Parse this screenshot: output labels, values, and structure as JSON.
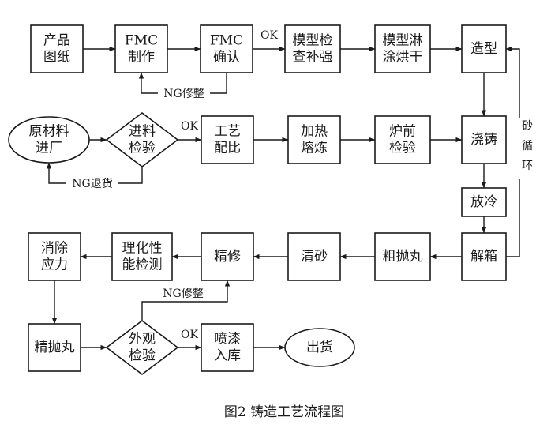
{
  "diagram": {
    "nodes": {
      "product_drawing": [
        "产品",
        "图纸"
      ],
      "fmc_make": [
        "FMC",
        "制作"
      ],
      "fmc_confirm": [
        "FMC",
        "确认"
      ],
      "mold_check": [
        "模型检",
        "查补强"
      ],
      "mold_coat": [
        "模型淋",
        "涂烘干"
      ],
      "molding": [
        "造型"
      ],
      "raw_material": [
        "原材料",
        "进厂"
      ],
      "incoming_check": [
        "进料",
        "检验"
      ],
      "process_ratio": [
        "工艺",
        "配比"
      ],
      "heat_melt": [
        "加热",
        "熔炼"
      ],
      "pre_furnace_check": [
        "炉前",
        "检验"
      ],
      "pouring": [
        "浇铸"
      ],
      "cooling": [
        "放冷"
      ],
      "shakeout": [
        "解箱"
      ],
      "rough_shot": [
        "粗抛丸"
      ],
      "sand_clean": [
        "清砂"
      ],
      "finishing": [
        "精修"
      ],
      "phys_chem_test": [
        "理化性",
        "能检测"
      ],
      "stress_relief": [
        "消除",
        "应力"
      ],
      "fine_shot": [
        "精抛丸"
      ],
      "visual_check": [
        "外观",
        "检验"
      ],
      "paint_store": [
        "喷漆",
        "入库"
      ],
      "ship": [
        "出货"
      ]
    },
    "edge_labels": {
      "ok1": "OK",
      "ng_rework1": "NG修整",
      "ok2": "OK",
      "ng_return": "NG退货",
      "sand_cycle": [
        "砂",
        "循",
        "环"
      ],
      "ng_rework2": "NG修整",
      "ok3": "OK"
    }
  },
  "caption": "图2    铸造工艺流程图"
}
